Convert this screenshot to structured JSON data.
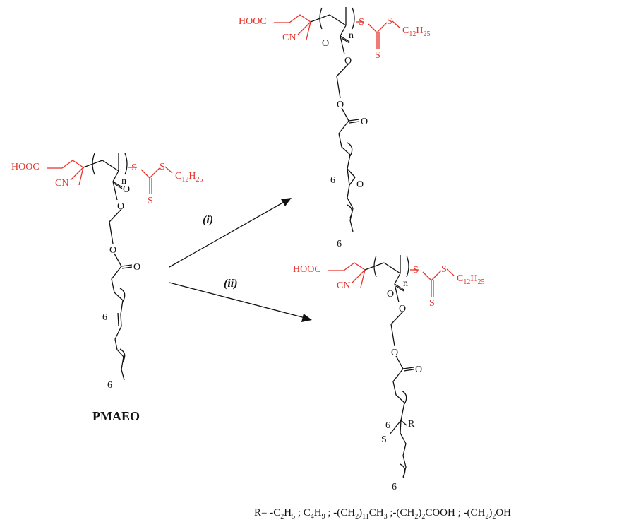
{
  "colors": {
    "red": "#e8322b",
    "black": "#111111"
  },
  "labels": {
    "hooc": "HOOC",
    "cn": "CN",
    "n": "n",
    "s": "S",
    "o": "O",
    "c": "C",
    "h": "H",
    "n12": "12",
    "n25": "25",
    "six": "6",
    "r": "R"
  },
  "compound_name": "PMAEO",
  "arrows": {
    "i": "(i)",
    "ii": "(ii)"
  },
  "footnote": {
    "prefix": "R= -C",
    "p1": "2",
    "p2": "H",
    "p3": "5",
    "p4": " ; C",
    "p5": "4",
    "p6": "H",
    "p7": "9",
    "p8": " ; -(CH",
    "p9": "2",
    "p10": ")",
    "p11": "11",
    "p12": "CH",
    "p13": "3",
    "p14": " ;-(CH",
    "p15": "2",
    "p16": ")",
    "p17": "2",
    "p18": "COOH ; -(CH",
    "p19": "2",
    "p20": ")",
    "p21": "2",
    "p22": "OH"
  }
}
